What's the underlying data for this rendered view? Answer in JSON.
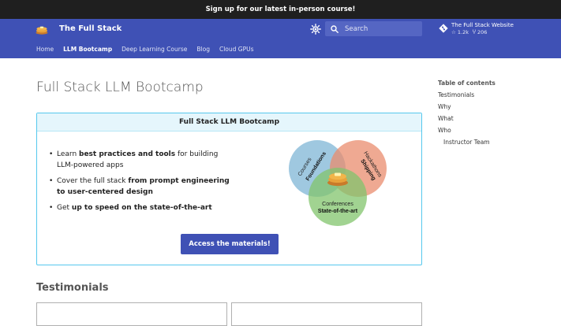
{
  "announcement": "Sign up for our latest in-person course!",
  "header": {
    "site_title": "The Full Stack",
    "search_placeholder": "Search",
    "repo": {
      "name": "The Full Stack Website",
      "stars": "1.2k",
      "forks": "206"
    }
  },
  "tabs": [
    {
      "label": "Home",
      "active": false
    },
    {
      "label": "LLM Bootcamp",
      "active": true
    },
    {
      "label": "Deep Learning Course",
      "active": false
    },
    {
      "label": "Blog",
      "active": false
    },
    {
      "label": "Cloud GPUs",
      "active": false
    }
  ],
  "page_title": "Full Stack LLM Bootcamp",
  "card": {
    "title": "Full Stack LLM Bootcamp",
    "bullets": [
      {
        "pre": "Learn ",
        "bold": "best practices and tools",
        "post": " for building LLM-powered apps"
      },
      {
        "pre": "Cover the full stack ",
        "bold": "from prompt engineering to user-centered design",
        "post": ""
      },
      {
        "pre": "Get ",
        "bold": "up to speed on the state-of-the-art",
        "post": ""
      }
    ],
    "venn": {
      "left_top": "Courses",
      "left_bottom": "Foundations",
      "right_top": "Hackathons",
      "right_bottom": "Shipping",
      "bottom_top": "Conferences",
      "bottom_bottom": "State-of-the-art",
      "colors": {
        "left": "#7fb6d6",
        "right": "#ea8c6e",
        "bottom": "#82c46c"
      }
    },
    "cta_label": "Access the materials!"
  },
  "section_title": "Testimonials",
  "toc": {
    "title": "Table of contents",
    "items": [
      {
        "label": "Testimonials",
        "sub": false
      },
      {
        "label": "Why",
        "sub": false
      },
      {
        "label": "What",
        "sub": false
      },
      {
        "label": "Who",
        "sub": false
      },
      {
        "label": "Instructor Team",
        "sub": true
      }
    ]
  },
  "colors": {
    "primary": "#3f51b5",
    "announce_bg": "#1f1f1f",
    "card_border": "#55c8ed",
    "card_head_bg": "#e5f6fc"
  }
}
